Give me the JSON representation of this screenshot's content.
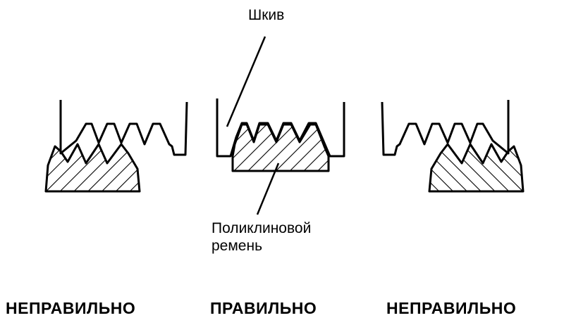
{
  "labels": {
    "pulley": "Шкив",
    "belt_line1": "Поликлиновой",
    "belt_line2": "ремень"
  },
  "captions": [
    "НЕПРАВИЛЬНО",
    "ПРАВИЛЬНО",
    "НЕПРАВИЛЬНО"
  ]
}
